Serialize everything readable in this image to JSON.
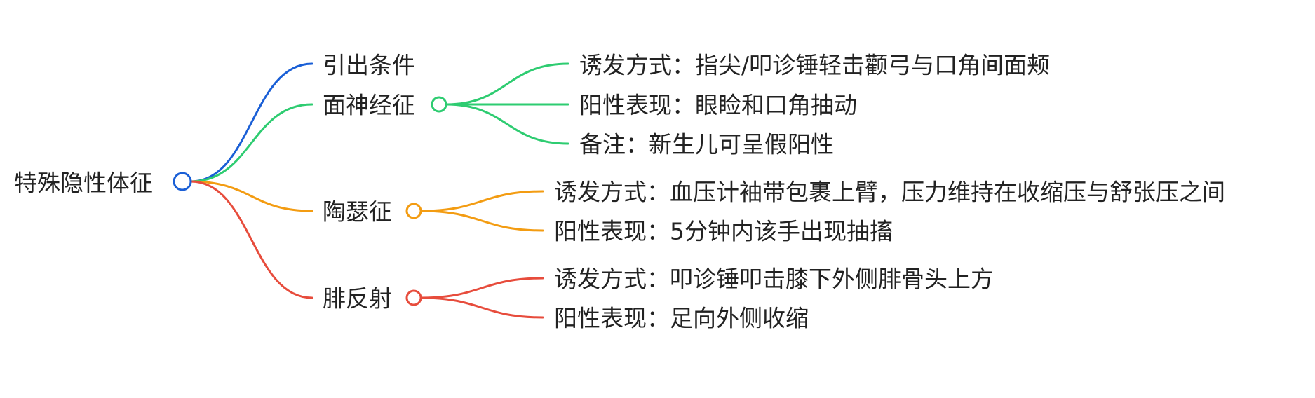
{
  "colors": {
    "root": "#1a5fd6",
    "blue": "#1a5fd6",
    "green": "#2ecc71",
    "orange": "#f39c12",
    "red": "#e74c3c"
  },
  "root": {
    "label": "特殊隐性体征"
  },
  "branches": [
    {
      "label": "引出条件",
      "color": "blue",
      "children": []
    },
    {
      "label": "面神经征",
      "color": "green",
      "children": [
        "诱发方式：指尖/叩诊锤轻击颧弓与口角间面颊",
        "阳性表现：眼睑和口角抽动",
        "备注：新生儿可呈假阳性"
      ]
    },
    {
      "label": "陶瑟征",
      "color": "orange",
      "children": [
        "诱发方式：血压计袖带包裹上臂，压力维持在收缩压与舒张压之间",
        "阳性表现：5分钟内该手出现抽搐"
      ]
    },
    {
      "label": "腓反射",
      "color": "red",
      "children": [
        "诱发方式：叩诊锤叩击膝下外侧腓骨头上方",
        "阳性表现：足向外侧收缩"
      ]
    }
  ]
}
